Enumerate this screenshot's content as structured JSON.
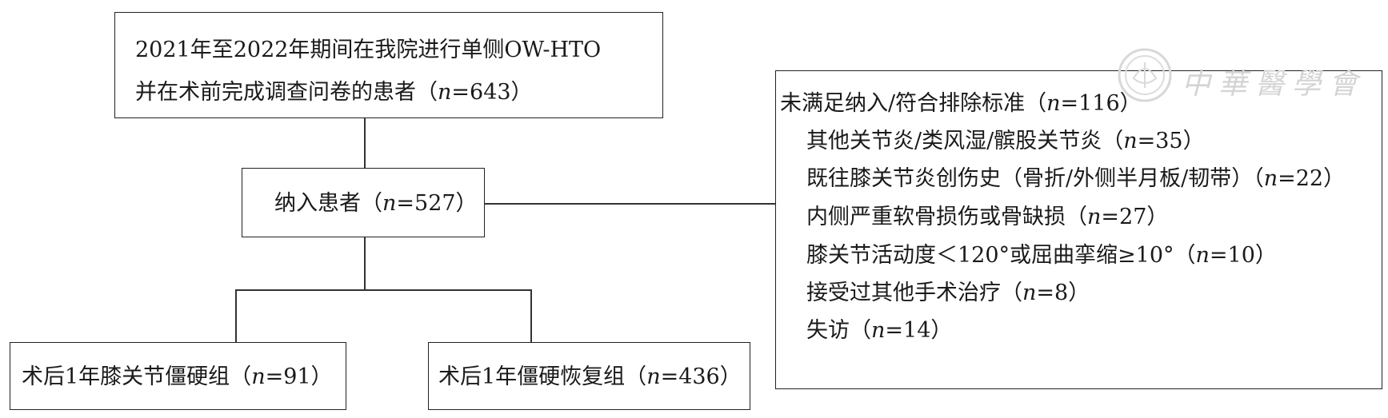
{
  "flowchart": {
    "top_box": {
      "line1": "2021年至2022年期间在我院进行单侧OW-HTO",
      "line2_prefix": "并在术前完成调查问卷的患者（",
      "line2_n": "n",
      "line2_suffix": "=643）"
    },
    "middle_box": {
      "prefix": "纳入患者（",
      "n": "n",
      "suffix": "=527）"
    },
    "bottom_left_box": {
      "prefix": "术后1年膝关节僵硬组（",
      "n": "n",
      "suffix": "=91）"
    },
    "bottom_right_box": {
      "prefix": "术后1年僵硬恢复组（",
      "n": "n",
      "suffix": "=436）"
    },
    "exclusion_box": {
      "header": {
        "prefix": "未满足纳入/符合排除标准（",
        "n": "n",
        "suffix": "=116）"
      },
      "items": [
        {
          "prefix": "其他关节炎/类风湿/髌股关节炎（",
          "n": "n",
          "suffix": "=35）"
        },
        {
          "prefix": "既往膝关节炎创伤史（骨折/外侧半月板/韧带）（",
          "n": "n",
          "suffix": "=22）"
        },
        {
          "prefix": "内侧严重软骨损伤或骨缺损（",
          "n": "n",
          "suffix": "=27）"
        },
        {
          "prefix": "膝关节活动度＜120°或屈曲挛缩≥10°（",
          "n": "n",
          "suffix": "=10）"
        },
        {
          "prefix": "接受过其他手术治疗（",
          "n": "n",
          "suffix": "=8）"
        },
        {
          "prefix": "失访（",
          "n": "n",
          "suffix": "=14）"
        }
      ]
    }
  },
  "watermark": {
    "text": "中華醫學會"
  }
}
